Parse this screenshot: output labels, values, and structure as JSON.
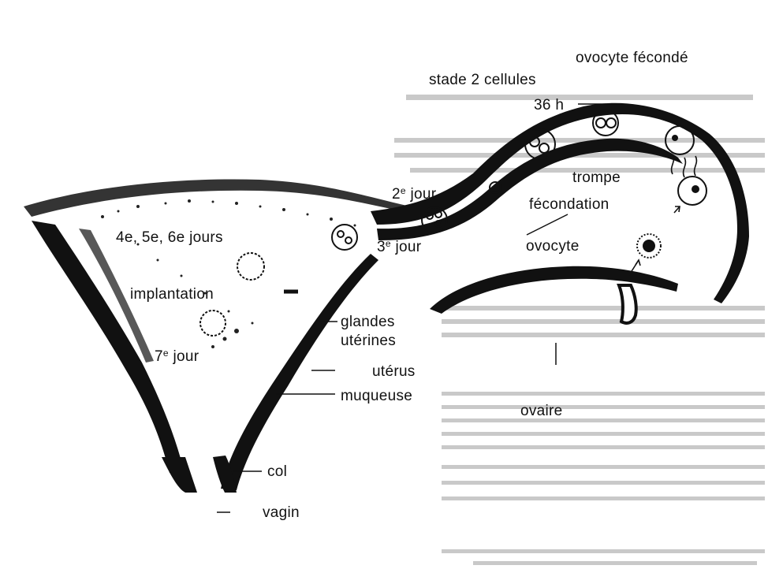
{
  "labels": {
    "ovocyte_feconde": "ovocyte fécondé",
    "stade_2_cellules": "stade 2 cellules",
    "h36": "36 h",
    "trompe": "trompe",
    "jour2_num": "2",
    "jour2_sup": "e",
    "jour2_word": "jour",
    "fecondation": "fécondation",
    "jours456": "4e, 5e, 6e jours",
    "jour3_num": "3",
    "jour3_sup": "e",
    "jour3_word": "jour",
    "ovocyte": "ovocyte",
    "implantation": "implantation",
    "glandes": "glandes",
    "uterines": "utérines",
    "jour7_num": "7",
    "jour7_sup": "e",
    "jour7_word": "jour",
    "uterus": "utérus",
    "muqueuse": "muqueuse",
    "ovaire": "ovaire",
    "col": "col",
    "vagin": "vagin"
  },
  "colors": {
    "ink": "#111111",
    "paper": "#ffffff",
    "bleed_text": "#bdbdbd"
  }
}
